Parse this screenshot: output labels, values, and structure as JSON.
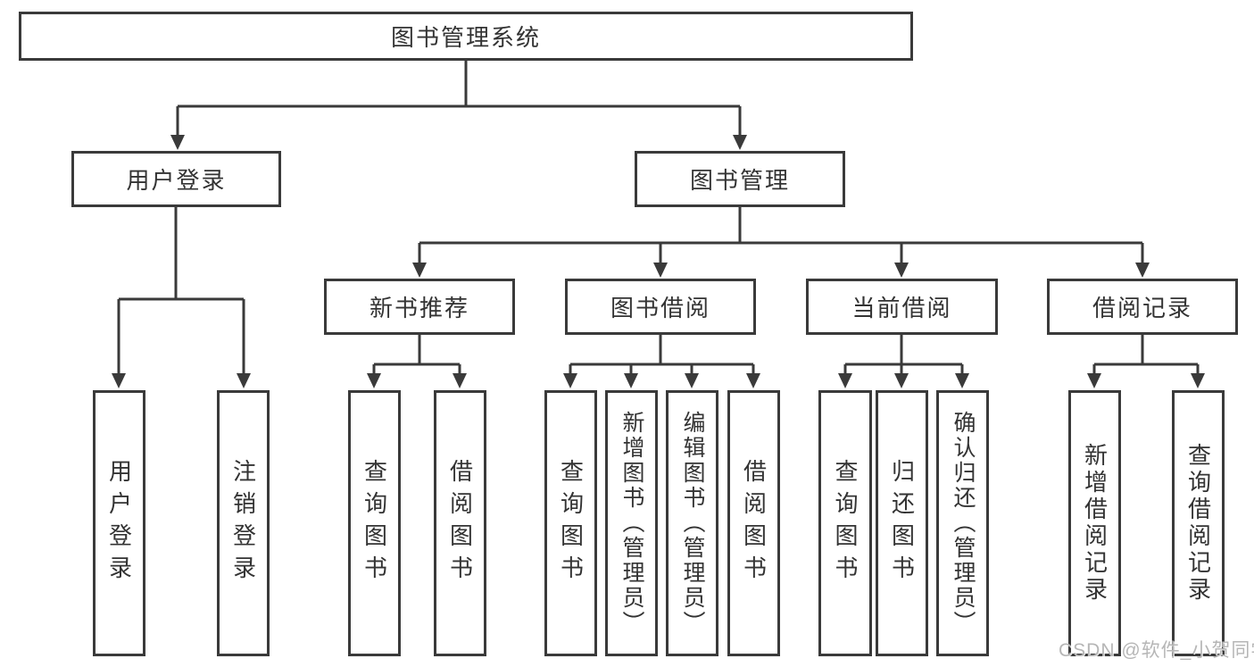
{
  "colors": {
    "line": "#3a3a3a",
    "text": "#333333",
    "watermark": "#b6b6b6",
    "background": "#ffffff"
  },
  "diagram": {
    "root": {
      "label": "图书管理系统"
    },
    "level2": [
      {
        "label": "用户登录"
      },
      {
        "label": "图书管理"
      }
    ],
    "level3": [
      {
        "label": "新书推荐",
        "parent": "图书管理"
      },
      {
        "label": "图书借阅",
        "parent": "图书管理"
      },
      {
        "label": "当前借阅",
        "parent": "图书管理"
      },
      {
        "label": "借阅记录",
        "parent": "图书管理"
      }
    ],
    "leaves": [
      {
        "label": "用户登录",
        "parent": "用户登录"
      },
      {
        "label": "注销登录",
        "parent": "用户登录"
      },
      {
        "label": "查询图书",
        "parent": "新书推荐"
      },
      {
        "label": "借阅图书",
        "parent": "新书推荐"
      },
      {
        "label": "查询图书",
        "parent": "图书借阅"
      },
      {
        "label": "新增图书（管理员）",
        "parent": "图书借阅"
      },
      {
        "label": "编辑图书（管理员）",
        "parent": "图书借阅"
      },
      {
        "label": "借阅图书",
        "parent": "图书借阅"
      },
      {
        "label": "查询图书",
        "parent": "当前借阅"
      },
      {
        "label": "归还图书",
        "parent": "当前借阅"
      },
      {
        "label": "确认归还（管理员）",
        "parent": "当前借阅"
      },
      {
        "label": "新增借阅记录",
        "parent": "借阅记录"
      },
      {
        "label": "查询借阅记录",
        "parent": "借阅记录"
      }
    ]
  },
  "watermark": {
    "text": "CSDN @软件_小贺同学"
  }
}
